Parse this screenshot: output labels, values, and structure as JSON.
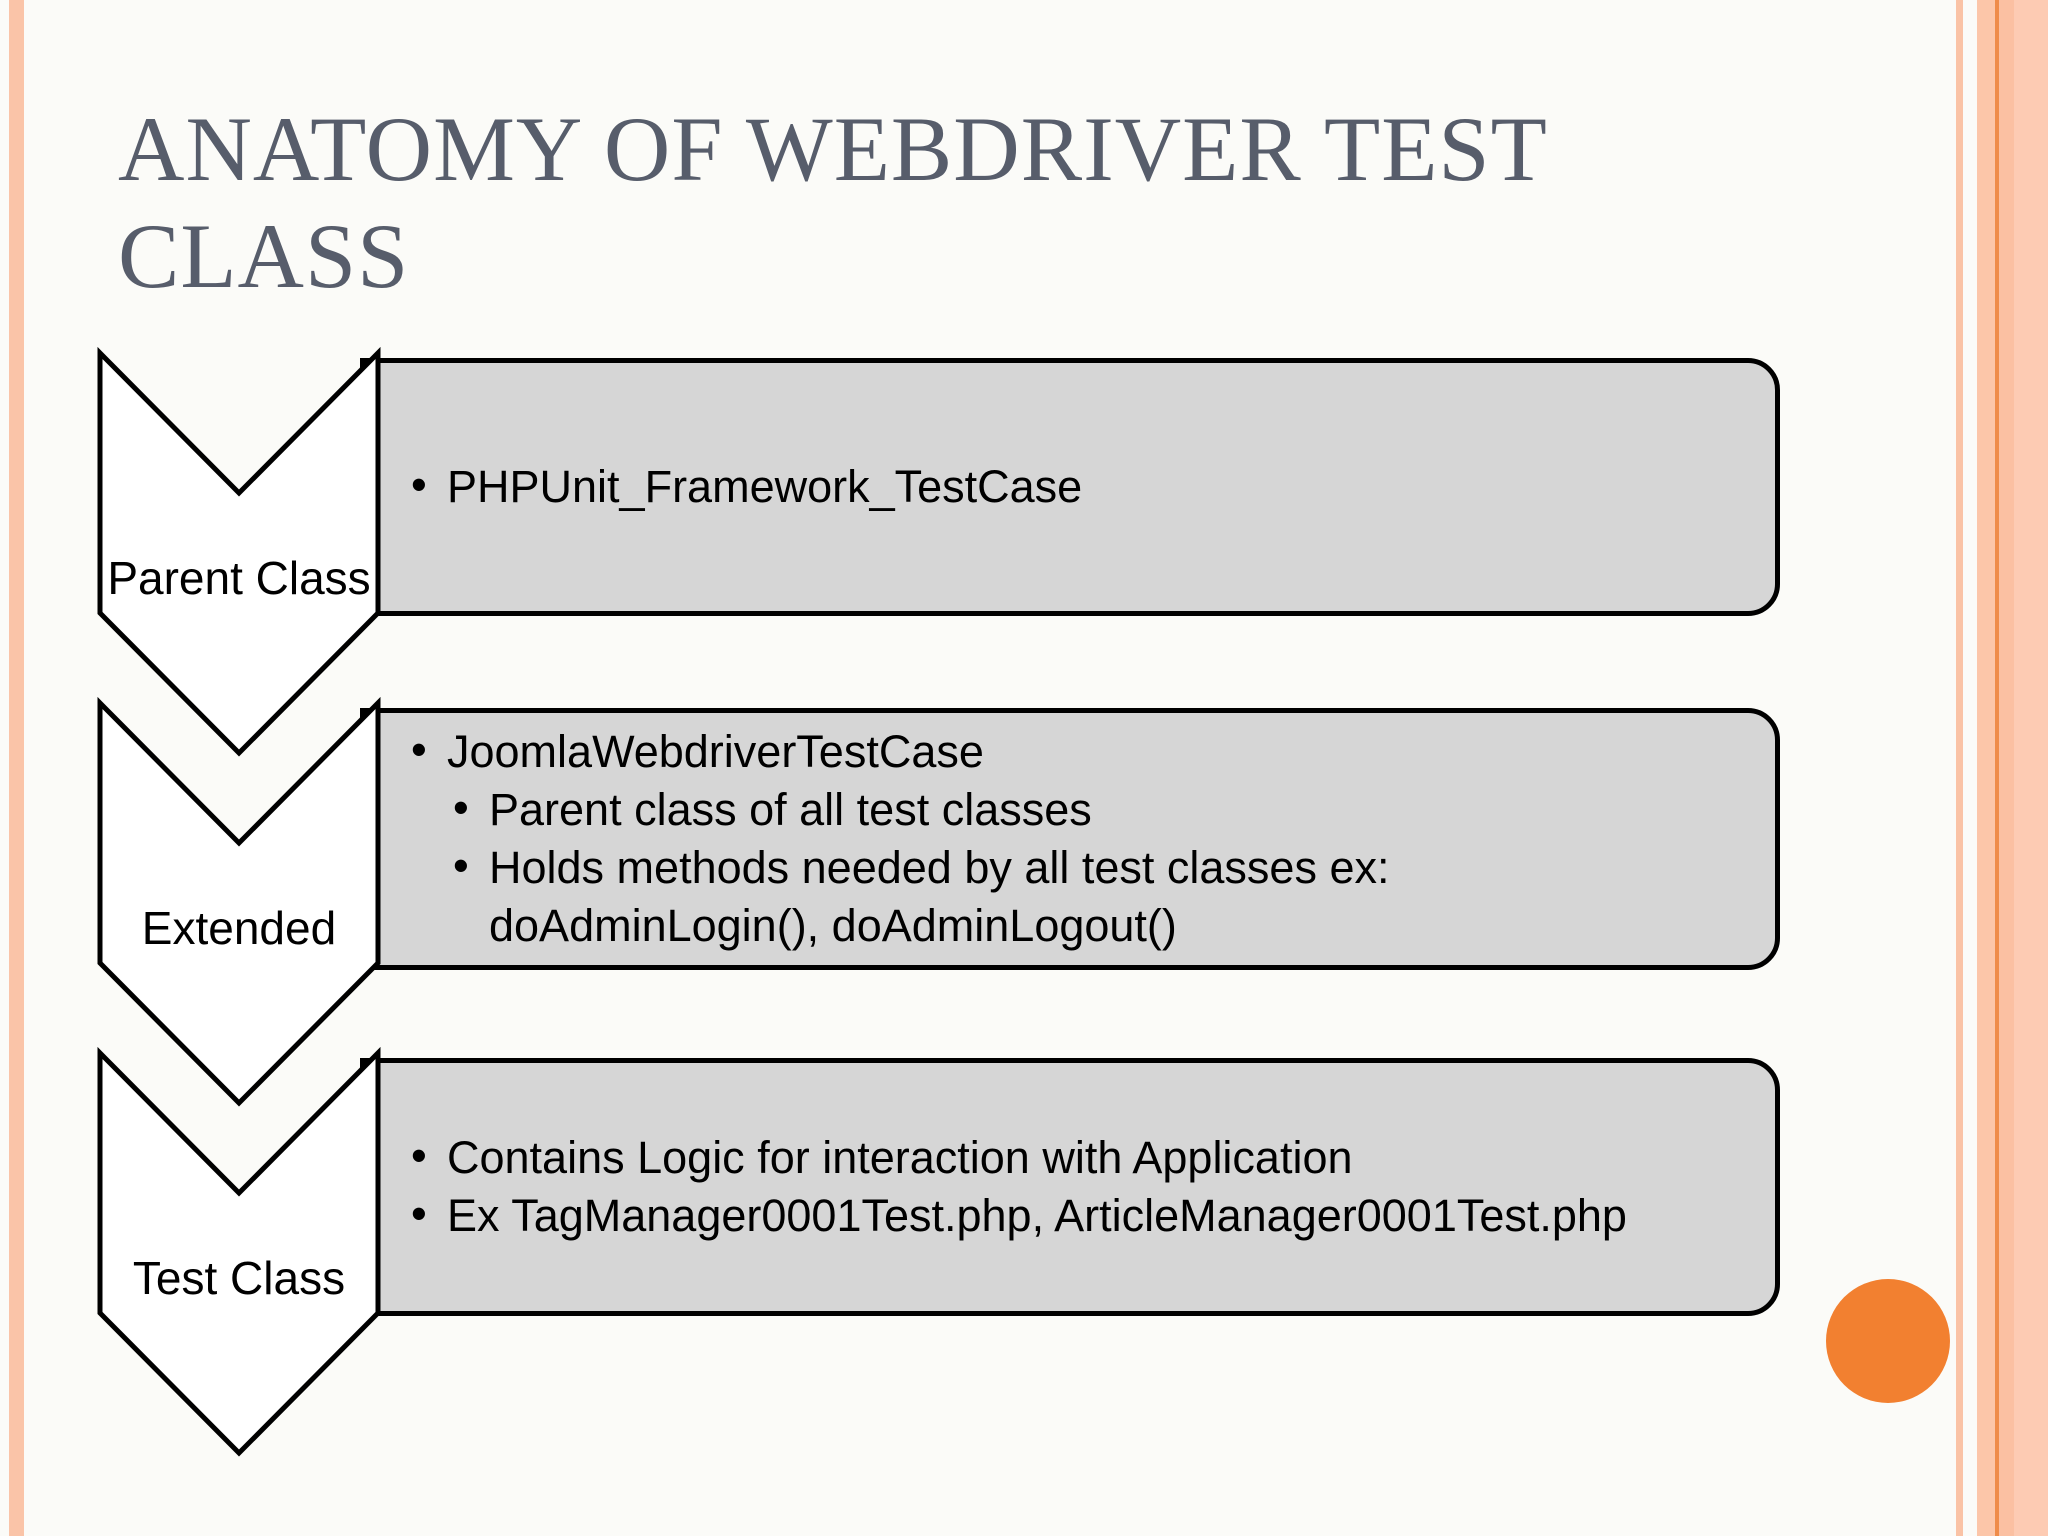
{
  "slide": {
    "title": "ANATOMY OF WEBDRIVER TEST CLASS"
  },
  "colors": {
    "background": "#FBFBF8",
    "title_text": "#575D6B",
    "box_fill": "#D6D6D6",
    "outline": "#000000",
    "edge_stripe_salmon": "#FAC4A8",
    "edge_stripe_dark_orange": "#EF8C4A",
    "accent_circle_orange": "#F28030"
  },
  "diagram": {
    "rows": [
      {
        "label": "Parent Class",
        "bullets": [
          {
            "level": 1,
            "text": "PHPUnit_Framework_TestCase"
          }
        ]
      },
      {
        "label": "Extended",
        "bullets": [
          {
            "level": 1,
            "text": "JoomlaWebdriverTestCase"
          },
          {
            "level": 2,
            "text": "Parent class of all test classes"
          },
          {
            "level": 2,
            "text": "Holds methods needed by all test classes ex: doAdminLogin(), doAdminLogout()"
          }
        ]
      },
      {
        "label": "Test Class",
        "bullets": [
          {
            "level": 1,
            "text": "Contains Logic for interaction with Application"
          },
          {
            "level": 1,
            "text": "Ex TagManager0001Test.php, ArticleManager0001Test.php"
          }
        ]
      }
    ]
  }
}
